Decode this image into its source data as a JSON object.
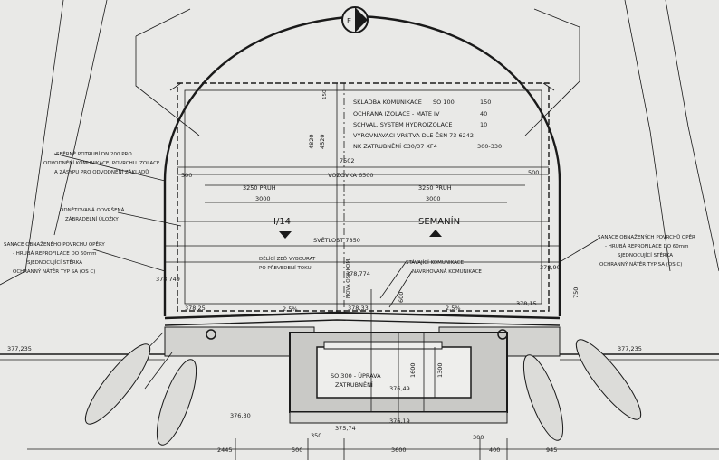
{
  "layers": {
    "l1": "SKLADBA KOMUNIKACE",
    "l1v": "SO 100",
    "l1t": "150",
    "l2": "OCHRANA IZOLACE - MATE IV",
    "l2t": "40",
    "l3": "SCHVAL. SYSTEM HYDROIZOLACE",
    "l3t": "10",
    "l4": "VYROVNAVACI VRSTVA DLE ČSN 73 6242",
    "l5": "NK ZATRUBNĚNÍ C30/37 XF4",
    "l5t": "300-330"
  },
  "dims": {
    "d7502": "7502",
    "vozovka": "VOZOVKA 6500",
    "d500l": "500",
    "d500r": "500",
    "pruh_l": "3250 PRUH",
    "pruh_r": "3250 PRUH",
    "d3000l": "3000",
    "d3000r": "3000",
    "d4820": "4820",
    "d4520": "4520",
    "d150": "150",
    "svetlost": "SVĚTLOST 7850",
    "d350": "350",
    "d600": "600",
    "d750": "750",
    "d1600": "1600",
    "d1300": "1300",
    "d300": "300",
    "d945": "945",
    "d2445": "2445",
    "d500b": "500",
    "d3600": "3600",
    "d400": "400"
  },
  "directions": {
    "left": "I/14",
    "right": "SEMANÍN"
  },
  "elevations": {
    "e1": "377,235",
    "e2": "377,235",
    "e3": "378,749",
    "e4": "378,774",
    "e5": "378,90",
    "e6": "378,15",
    "e7": "378,25",
    "e8": "378,33",
    "e9": "2,5%",
    "e10": "2,5%",
    "e11": "376,49",
    "e12": "376,19",
    "e13": "376,30",
    "e14": "375,74"
  },
  "notes": {
    "n1a": "SBĚRNÉ POTRUBÍ DN 200 PRO",
    "n1b": "ODVODNĚNÍ KOMUNIKACE, POVRCHU IZOLACE",
    "n1c": "A ZÁSYPU PRO ODVODNĚNÍ ZÁKLADŮ",
    "n2a": "ODNĚTOVANÁ ODVRŠENÁ",
    "n2b": "ZÁBRADELNÍ ÚLOŽKY",
    "n3a": "SANACE OBNAŽENÉHO POVRCHU OPĚRY",
    "n3b": "- HRUBÁ REPROFILACE DO 60mm",
    "n3c": "SJEDNOCUJÍCÍ STĚRKA",
    "n3d": "OCHRANNÝ NÁTĚR TYP SA (OS C)",
    "n4a": "SANACE OBNAŽENÝCH POVRCHŮ OPĚR",
    "n4b": "- HRUBÁ REPROFILACE DO 60mm",
    "n4c": "SJEDNOCUJÍCÍ STĚRKA",
    "n4d": "OCHRANNÝ NÁTĚR TYP SA (OS C)",
    "n5a": "DĚLÍCÍ ZEĎ VYBOURAT",
    "n5b": "PO PŘEVEDENÍ TOKU",
    "n6": "STÁVAJÍCÍ KOMUNIKACE",
    "n7": "NAVRHOVANÁ KOMUNIKACE",
    "n8": "NOVÁ OSA KOM.",
    "n9a": "SO 300 - ÚPRAVA",
    "n9b": "ZATRUBNĚNÍ"
  }
}
